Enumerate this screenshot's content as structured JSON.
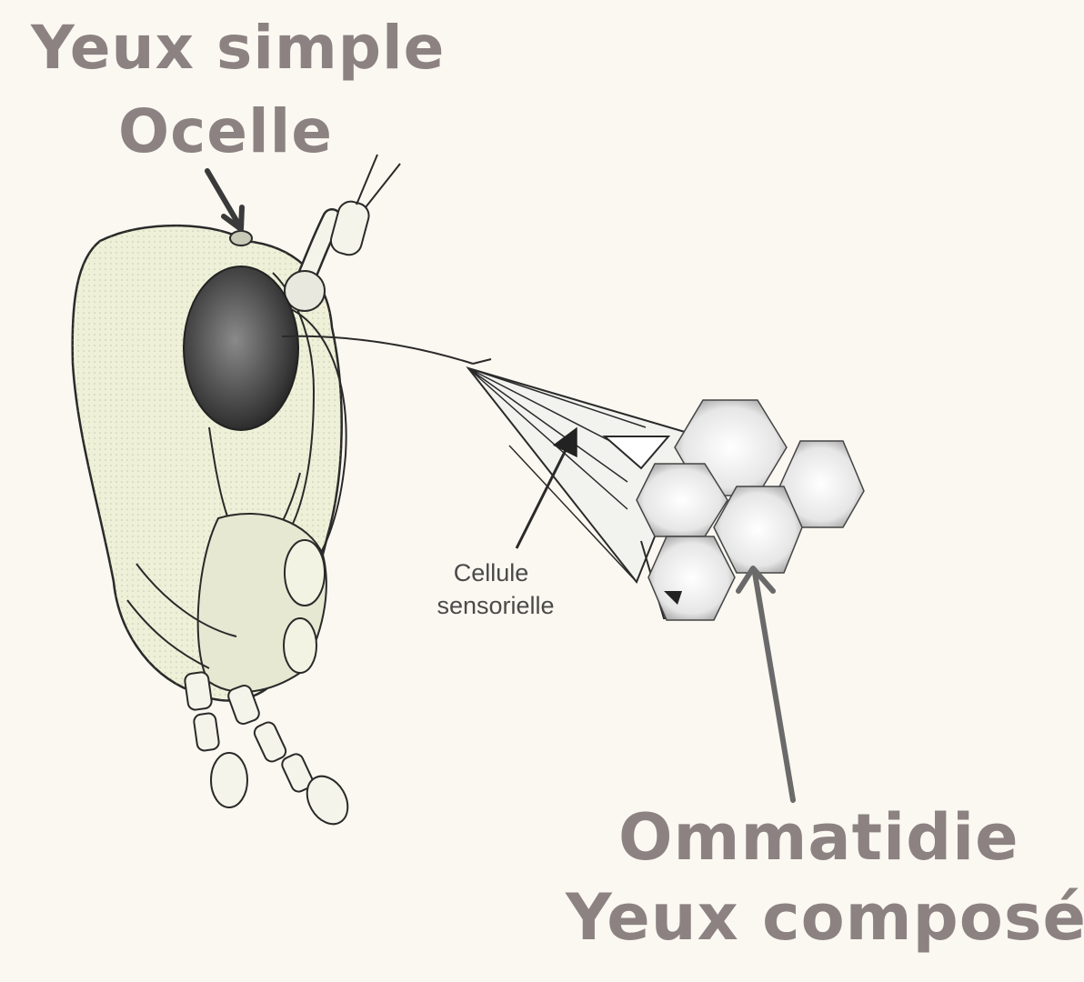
{
  "labels": {
    "ocelle_line1": "Yeux simple",
    "ocelle_line2": "Ocelle",
    "cell_line1": "Cellule",
    "cell_line2": "sensorielle",
    "omma_line1": "Ommatidie",
    "omma_line2": "Yeux composé"
  },
  "colors": {
    "background": "#fbf8f1",
    "label_text": "#8c8282",
    "head_fill": "#eef0d8",
    "line": "#2a2a2a"
  }
}
